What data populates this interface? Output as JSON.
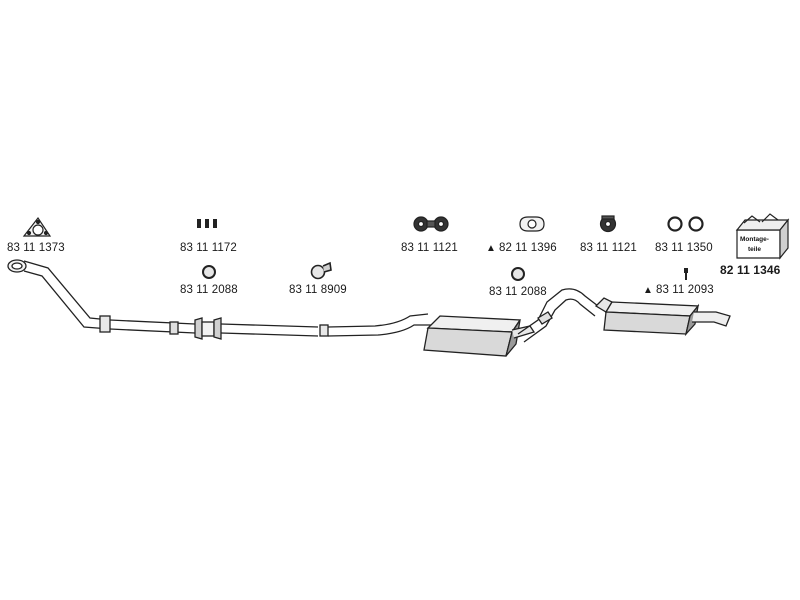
{
  "parts": [
    {
      "id": "p1",
      "number": "83 11 1373",
      "marker": "",
      "icon": "flange-gasket-icon"
    },
    {
      "id": "p2",
      "number": "83 11 1172",
      "marker": "",
      "icon": "rubber-blocks-icon"
    },
    {
      "id": "p3",
      "number": "83 11 2088",
      "marker": "",
      "icon": "ring-clamp-icon"
    },
    {
      "id": "p4",
      "number": "83 11 8909",
      "marker": "",
      "icon": "pipe-clamp-icon"
    },
    {
      "id": "p5",
      "number": "83 11 1121",
      "marker": "",
      "icon": "rubber-hanger-icon"
    },
    {
      "id": "p6",
      "number": "82 11 1396",
      "marker": "▲",
      "icon": "gasket-icon"
    },
    {
      "id": "p7",
      "number": "83 11 2088",
      "marker": "",
      "icon": "ring-clamp-icon"
    },
    {
      "id": "p8",
      "number": "83 11 1121",
      "marker": "",
      "icon": "rubber-hanger-icon"
    },
    {
      "id": "p9",
      "number": "83 11 1350",
      "marker": "",
      "icon": "o-rings-icon"
    },
    {
      "id": "p10",
      "number": "83 11 2093",
      "marker": "▲",
      "icon": "bolt-icon"
    },
    {
      "id": "p11",
      "number": "82 11 1346",
      "marker": "",
      "icon": "mounting-kit-box-icon"
    }
  ],
  "kit_box": {
    "line1": "Montage-",
    "line2": "teile"
  },
  "colors": {
    "line": "#222222",
    "fill_light": "#f2f2f2",
    "fill_muffler": "#d9d9d9",
    "shade": "#8a8a8a"
  }
}
